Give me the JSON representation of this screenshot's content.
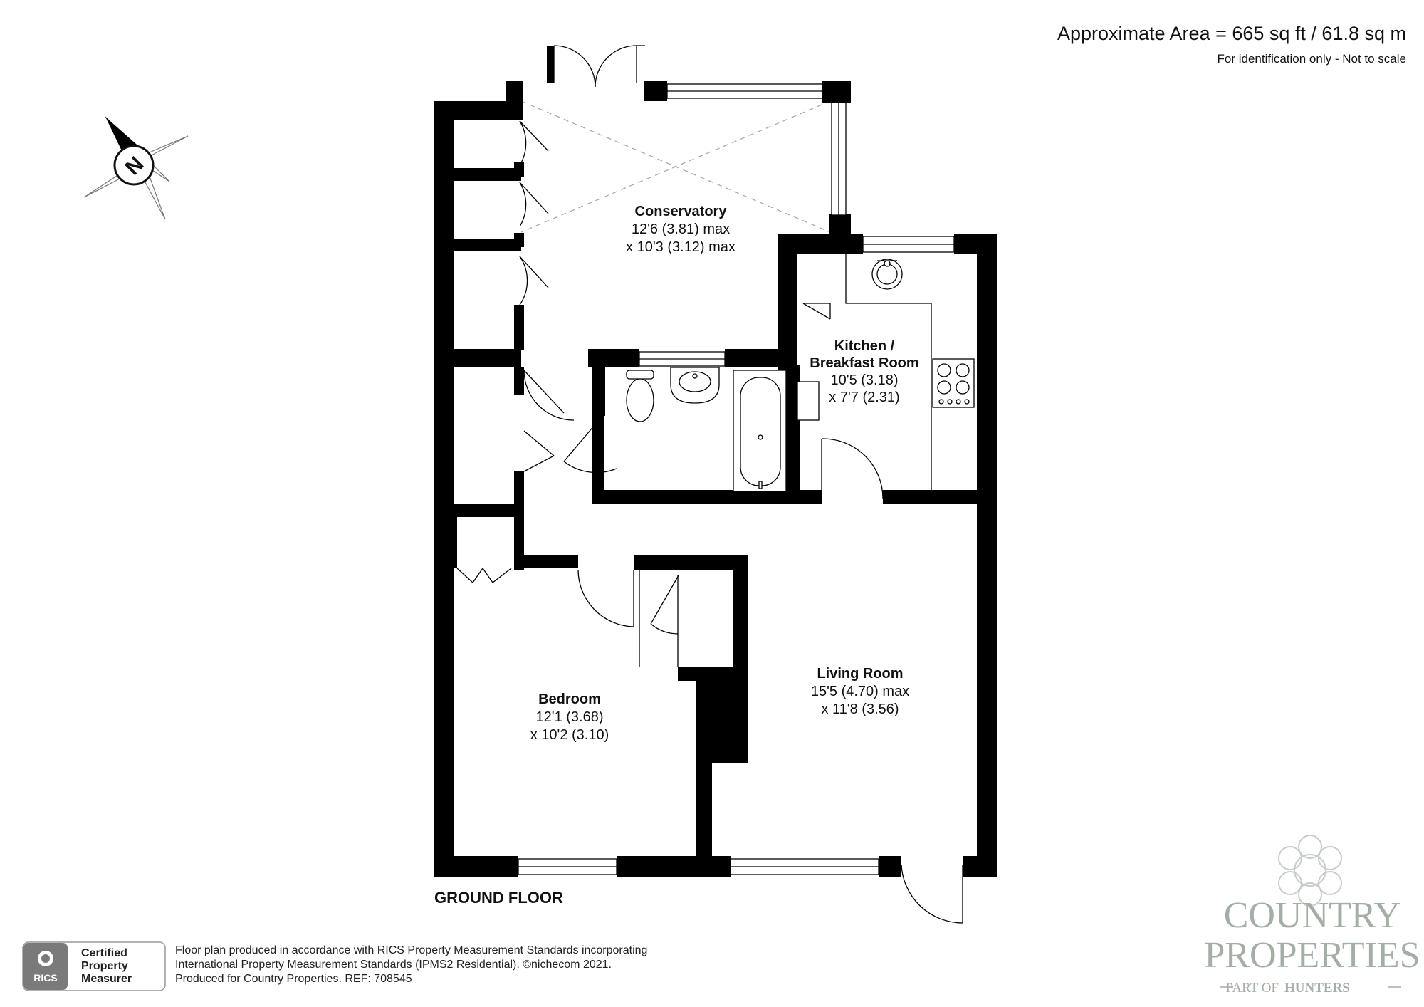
{
  "header": {
    "area": "Approximate Area = 665 sq ft / 61.8 sq m",
    "note": "For identification only - Not to scale"
  },
  "compass": {
    "letter": "N"
  },
  "rooms": [
    {
      "name": "Conservatory",
      "dim1": "12'6 (3.81) max",
      "dim2": "x 10'3 (3.12) max"
    },
    {
      "name_line1": "Kitchen /",
      "name_line2": "Breakfast Room",
      "dim1": "10'5 (3.18)",
      "dim2": "x 7'7 (2.31)"
    },
    {
      "name": "Living Room",
      "dim1": "15'5 (4.70) max",
      "dim2": "x 11'8 (3.56)"
    },
    {
      "name": "Bedroom",
      "dim1": "12'1 (3.68)",
      "dim2": "x 10'2 (3.10)"
    }
  ],
  "floor_label": "GROUND FLOOR",
  "footer": {
    "rics_badge": "RICS",
    "certified": [
      "Certified",
      "Property",
      "Measurer"
    ],
    "lines": [
      "Floor plan produced in accordance with RICS Property Measurement Standards incorporating",
      "International Property Measurement Standards (IPMS2 Residential).   ©nichecom 2021.",
      "Produced for Country Properties.   REF: 708545"
    ]
  },
  "brand": {
    "line1": "COUNTRY",
    "line2": "PROPERTIES",
    "tag_prefix": "PART OF",
    "tag_name": "HUNTERS"
  }
}
